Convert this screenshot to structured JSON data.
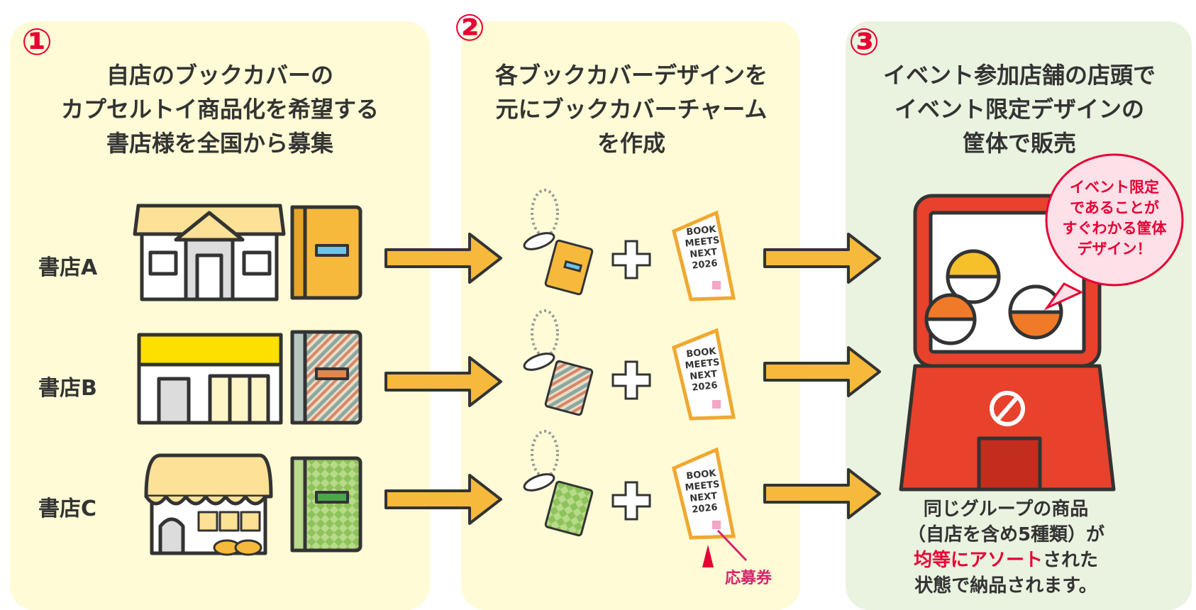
{
  "steps": [
    {
      "number": "①",
      "title": "自店のブックカバーの\nカプセルトイ商品化を希望する\n書店様を全国から募集"
    },
    {
      "number": "②",
      "title": "各ブックカバーデザインを\n元にブックカバーチャーム\nを作成"
    },
    {
      "number": "③",
      "title": "イベント参加店舗の店頭で\nイベント限定デザインの\n筐体で販売"
    }
  ],
  "stores": [
    {
      "label": "書店A",
      "book_color": "#f6b93b",
      "pattern": "solid"
    },
    {
      "label": "書店B",
      "book_color": "#8aa8a0",
      "pattern": "stripe"
    },
    {
      "label": "書店C",
      "book_color": "#8dc35a",
      "pattern": "check"
    }
  ],
  "ticket_text": "BOOK\nMEETS\nNEXT\n2026",
  "ticket_label": "応募券",
  "bubble": "イベント限定\nであることが\nすぐわかる筐体\nデザイン！",
  "note": {
    "line1": "同じグループの商品",
    "line2": "（自店を含め5種類）が",
    "line3_highlight": "均等にアソート",
    "line3_rest": "された",
    "line4": "状態で納品されます。"
  },
  "colors": {
    "accent_red": "#e60033",
    "arrow": "#f6b93b",
    "machine_red": "#e8412c",
    "panel_yellow": "#fefbd6",
    "panel_green": "#eaf3e0"
  },
  "icons": [
    "store-a-icon",
    "store-b-icon",
    "store-c-icon",
    "book-icon",
    "charm-icon",
    "plus-icon",
    "ticket-icon",
    "arrow-icon",
    "gacha-machine-icon",
    "speech-bubble-icon"
  ]
}
